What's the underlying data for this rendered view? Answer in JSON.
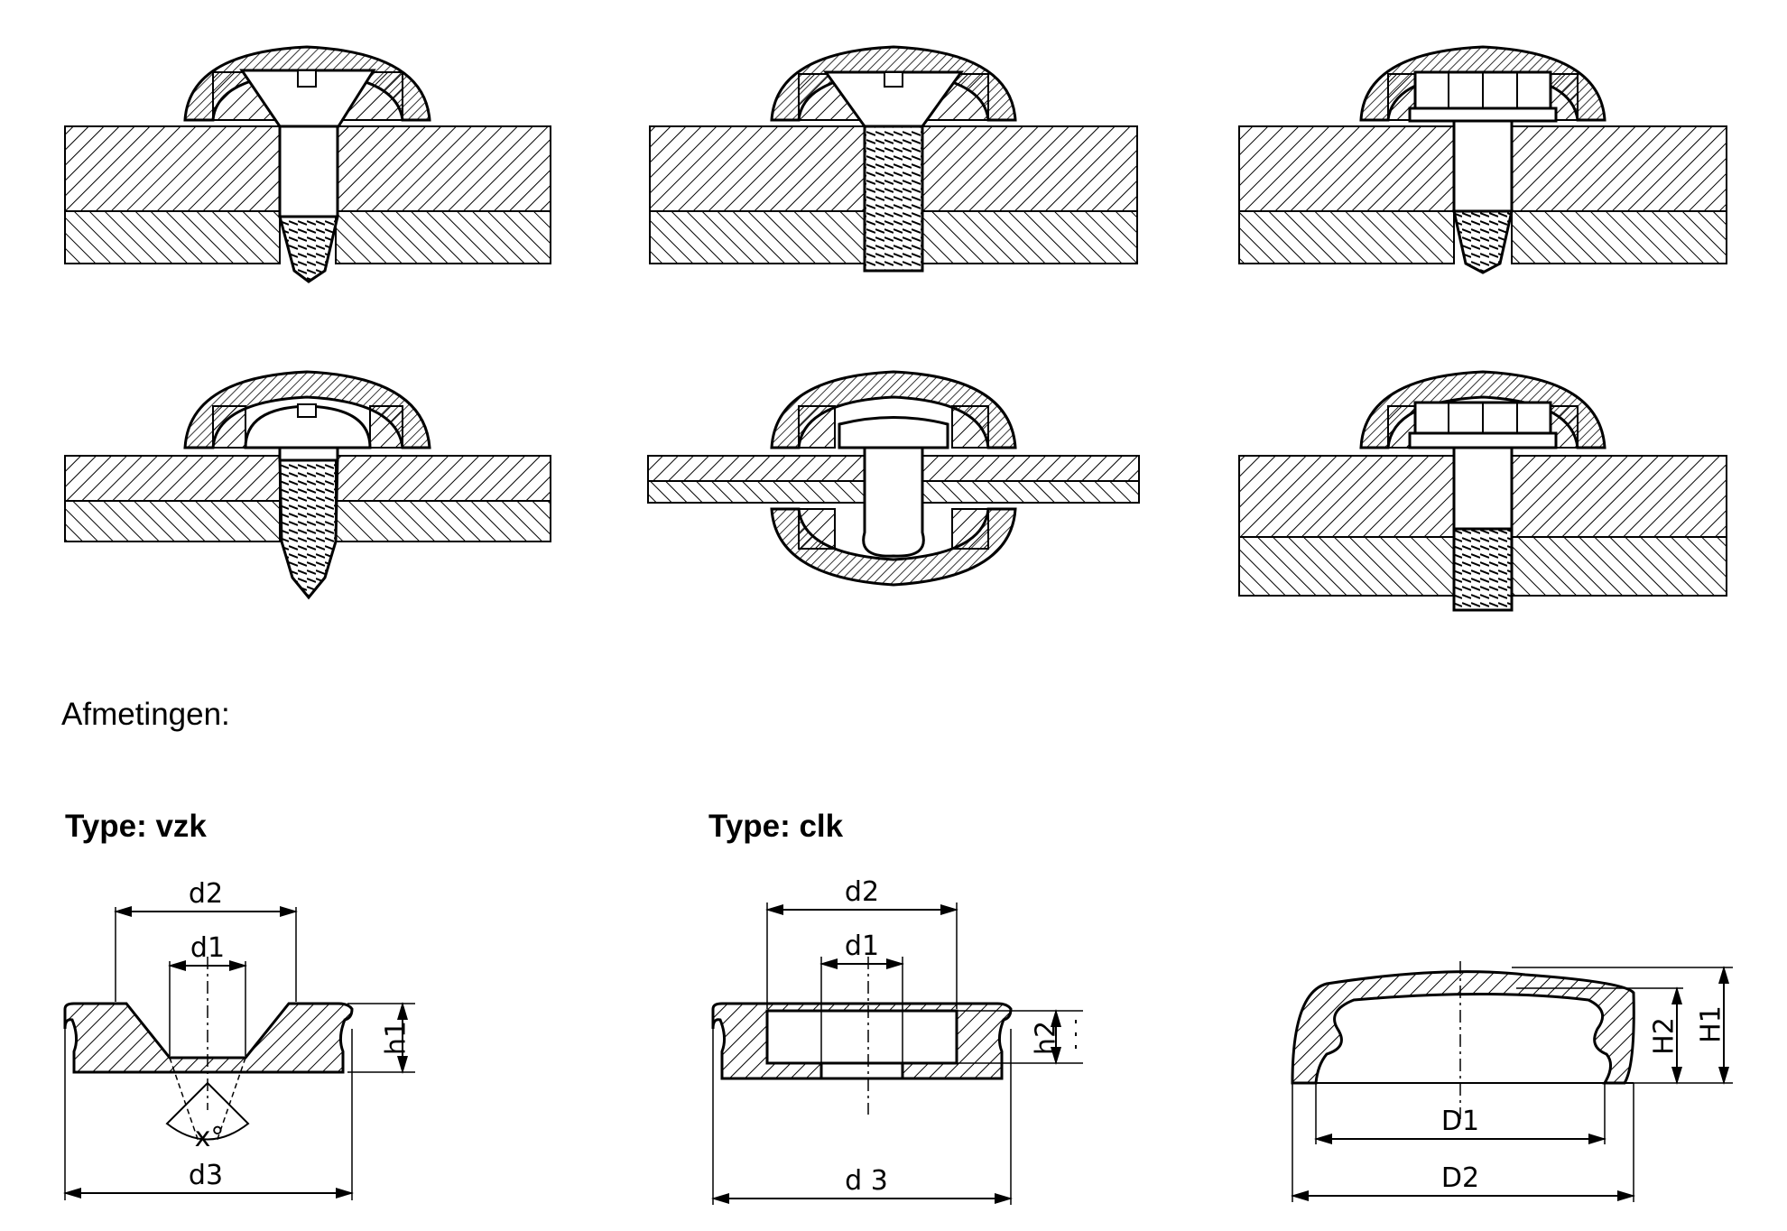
{
  "heading": "Afmetingen:",
  "type_vzk": "Type: vzk",
  "type_clk": "Type: clk",
  "dims": {
    "vzk": {
      "d2": "d2",
      "d1": "d1",
      "h1": "h1",
      "angle": "x°",
      "d3": "d3"
    },
    "clk": {
      "d2": "d2",
      "d1": "d1",
      "h2": "h2",
      "d3": "d 3"
    },
    "cap": {
      "H2": "H2",
      "H1": "H1",
      "D1": "D1",
      "D2": "D2"
    }
  }
}
